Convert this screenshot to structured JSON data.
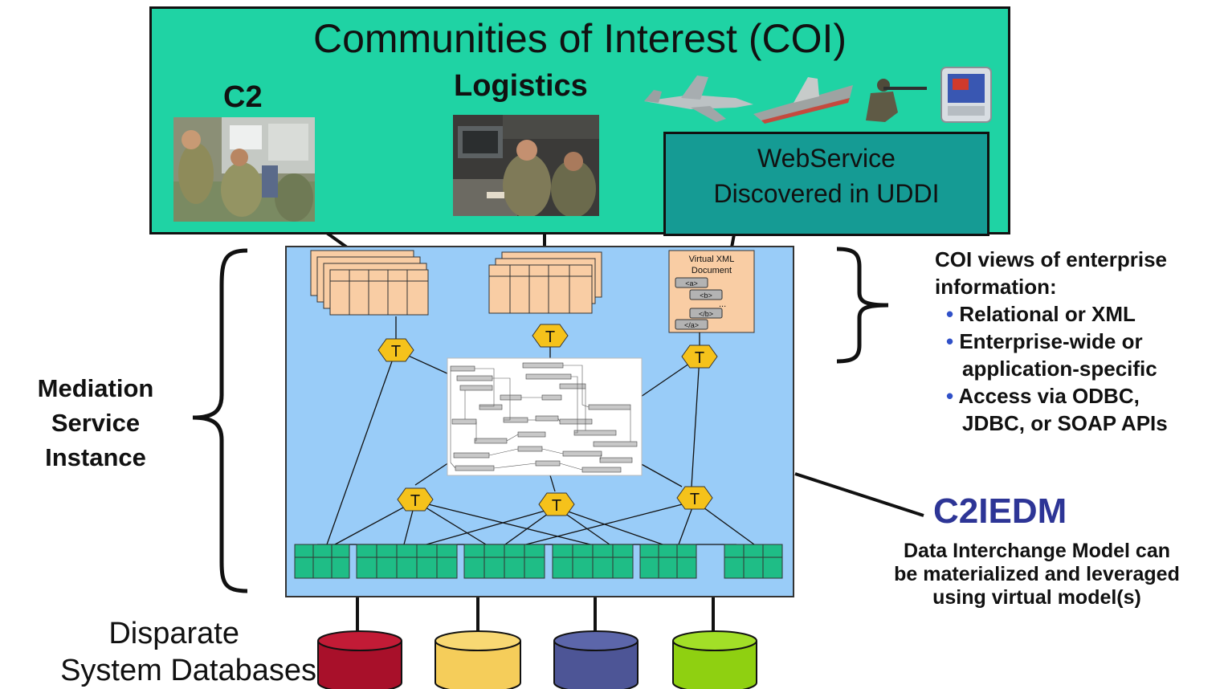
{
  "coi": {
    "title": "Communities of Interest (COI)",
    "c2_label": "C2",
    "logistics_label": "Logistics",
    "webservice": [
      "WebService",
      "Discovered in UDDI"
    ]
  },
  "mediation": {
    "label": [
      "Mediation",
      "Service",
      "Instance"
    ],
    "transform_symbol": "T",
    "xml_doc": {
      "title": [
        "Virtual XML",
        "Document"
      ],
      "tags": [
        "<a>",
        "<b>",
        "</b>",
        "</a>"
      ],
      "ellipsis": "..."
    }
  },
  "databases": {
    "label": [
      "Disparate",
      "System Databases"
    ],
    "colors": [
      "#a8102a",
      "#f5cd5a",
      "#4d5596",
      "#8fd011"
    ]
  },
  "views": {
    "title": "COI views of enterprise information:",
    "bullets": [
      [
        "Relational or XML"
      ],
      [
        "Enterprise-wide or",
        "application-specific"
      ],
      [
        "Access via ODBC,",
        "JDBC, or SOAP APIs"
      ]
    ]
  },
  "c2iedm": {
    "title": "C2IEDM",
    "description": [
      "Data Interchange Model can",
      "be materialized and leveraged",
      "using virtual model(s)"
    ]
  },
  "colors": {
    "coi_green": "#1fd3a4",
    "webservice_teal": "#159b94",
    "mediation_blue": "#99ccf8",
    "table_peach": "#f9cda4",
    "table_green": "#1fbd86",
    "hexagon_yellow": "#f5c21b",
    "c2iedm_blue": "#2d3596"
  }
}
